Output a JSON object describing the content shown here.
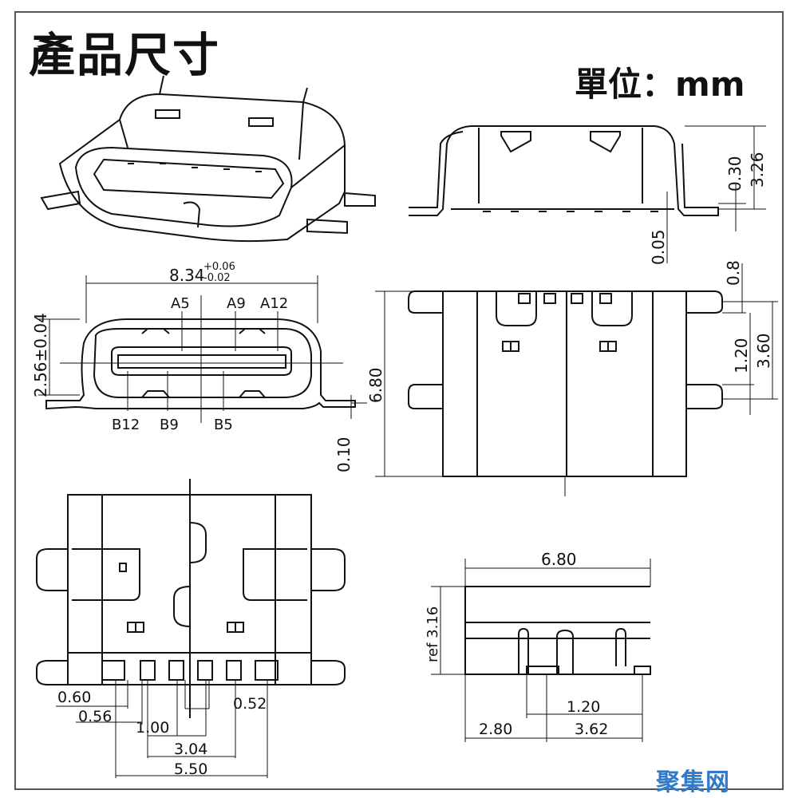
{
  "title": "產品尺寸",
  "unit": "單位：mm",
  "watermark": "聚集网",
  "dims": {
    "w_top": "8.34",
    "tol_plus": "+0.06",
    "tol_minus": "-0.02",
    "height_front": "2.56±0.04",
    "a5": "A5",
    "a9": "A9",
    "a12": "A12",
    "b12": "B12",
    "b9": "B9",
    "b5": "B5",
    "side_030": "0.30",
    "side_326": "3.26",
    "side_005": "0.05",
    "r_08": "0.8",
    "r_120": "1.20",
    "r_360": "3.60",
    "r_680": "6.80",
    "r_010": "0.10",
    "b_060": "0.60",
    "b_056": "0.56",
    "b_100": "1.00",
    "b_052": "0.52",
    "b_304": "3.04",
    "b_550": "5.50",
    "s_680": "6.80",
    "s_ref": "ref 3.16",
    "s_120": "1.20",
    "s_280": "2.80",
    "s_362": "3.62"
  }
}
